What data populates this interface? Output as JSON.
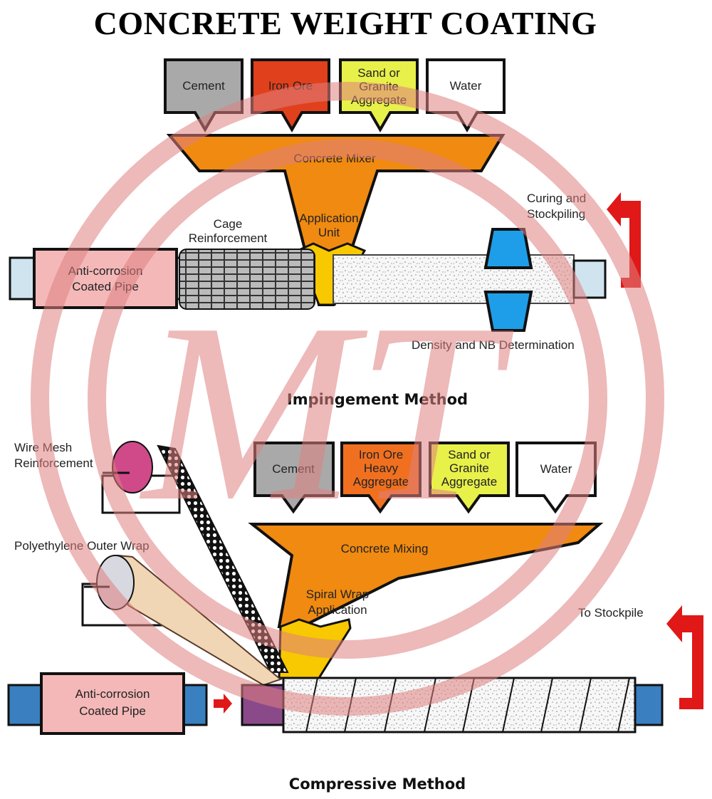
{
  "title": "CONCRETE WEIGHT COATING",
  "impingement": {
    "section_label": "Impingement Method",
    "hoppers": [
      {
        "label_lines": [
          "Cement"
        ],
        "color": "#a9a9a9"
      },
      {
        "label_lines": [
          "Iron Ore"
        ],
        "color": "#e0401c"
      },
      {
        "label_lines": [
          "Sand or",
          "Granite",
          "Aggregate"
        ],
        "color": "#e8f04a"
      },
      {
        "label_lines": [
          "Water"
        ],
        "color": "#ffffff"
      }
    ],
    "mixer_label": "Concrete Mixer",
    "application_label_lines": [
      "Application",
      "Unit"
    ],
    "cage_label_lines": [
      "Cage",
      "Reinforcement"
    ],
    "pipe_label_lines": [
      "Anti-corrosion",
      "Coated Pipe"
    ],
    "curing_label_lines": [
      "Curing and",
      "Stockpiling"
    ],
    "density_label": "Density and NB Determination"
  },
  "compressive": {
    "section_label": "Compressive Method",
    "hoppers": [
      {
        "label_lines": [
          "Cement"
        ],
        "color": "#a9a9a9"
      },
      {
        "label_lines": [
          "Iron Ore",
          "Heavy",
          "Aggregate"
        ],
        "color": "#f07020"
      },
      {
        "label_lines": [
          "Sand or",
          "Granite",
          "Aggregate"
        ],
        "color": "#e8f04a"
      },
      {
        "label_lines": [
          "Water"
        ],
        "color": "#ffffff"
      }
    ],
    "mixer_label": "Concrete Mixing",
    "spiral_label_lines": [
      "Spiral Wrap",
      "Application"
    ],
    "wire_mesh_label_lines": [
      "Wire Mesh",
      "Reinforcement"
    ],
    "poly_label": "Polyethylene Outer Wrap",
    "pipe_label_lines": [
      "Anti-corrosion",
      "Coated Pipe"
    ],
    "stockpile_label": "To Stockpile"
  },
  "colors": {
    "mixer_orange": "#f08a10",
    "application_yellow": "#f8c800",
    "pipe_blue": "#3a7fc0",
    "coated_pink": "#f4b8b8",
    "arrow_red": "#e01818",
    "gauge_blue": "#1e9ee8",
    "watermark": "#e08080"
  }
}
